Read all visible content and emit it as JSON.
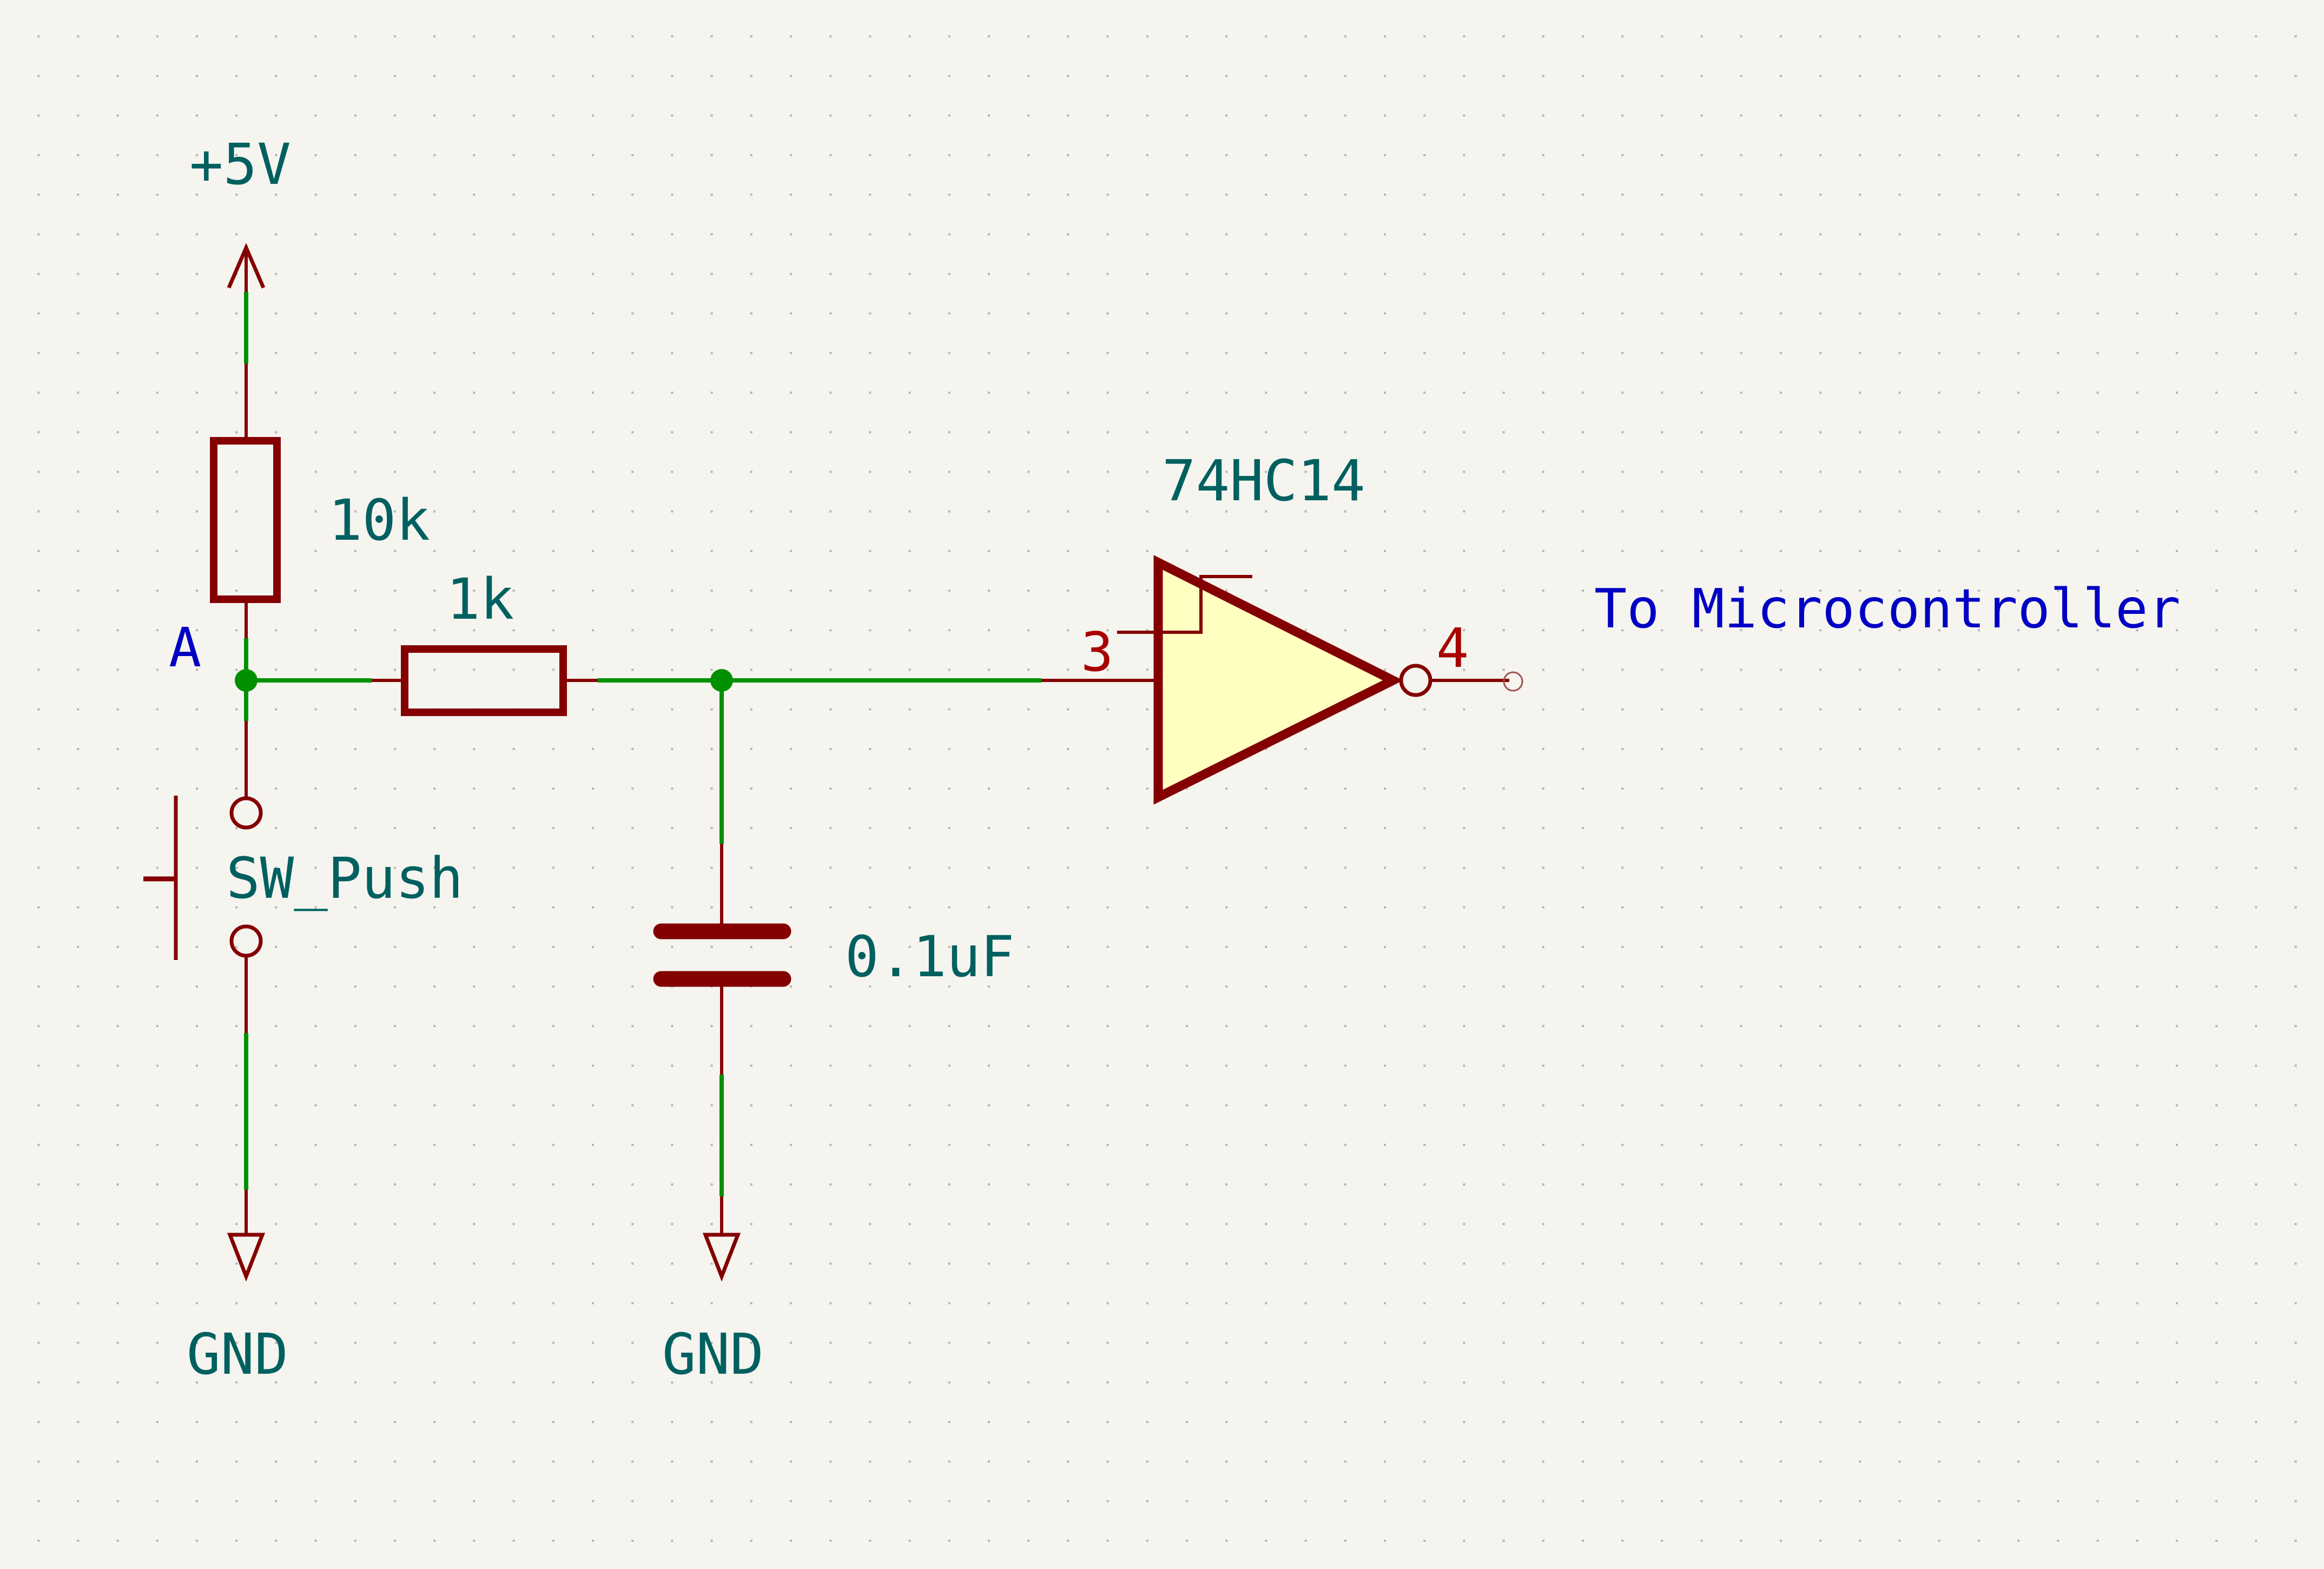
{
  "schematic": {
    "title": "Debounced push-button input with Schmitt-trigger inverter",
    "colors": {
      "background": "#f5f4ef",
      "grid_dot": "#b4b4b4",
      "wire": "#009000",
      "component_body": "#840000",
      "component_fill": "#ffffc2",
      "reference_text": "#006060",
      "pin_number_text": "#a80000",
      "net_label_text": "#0000c4"
    },
    "power": {
      "vcc": {
        "label": "+5V",
        "icon": "power-arrow-up-icon"
      },
      "gnd_left": {
        "label": "GND",
        "icon": "ground-triangle-icon"
      },
      "gnd_right": {
        "label": "GND",
        "icon": "ground-triangle-icon"
      }
    },
    "components": {
      "pullup_resistor": {
        "value": "10k",
        "type": "resistor"
      },
      "series_resistor": {
        "value": "1k",
        "type": "resistor"
      },
      "switch": {
        "value": "SW_Push",
        "type": "push-button switch"
      },
      "capacitor": {
        "value": "0.1uF",
        "type": "capacitor"
      },
      "inverter": {
        "value": "74HC14",
        "type": "schmitt-trigger inverter",
        "input_pin": "3",
        "output_pin": "4"
      }
    },
    "net_labels": {
      "node_a": "A",
      "output": "To Microcontroller"
    }
  }
}
